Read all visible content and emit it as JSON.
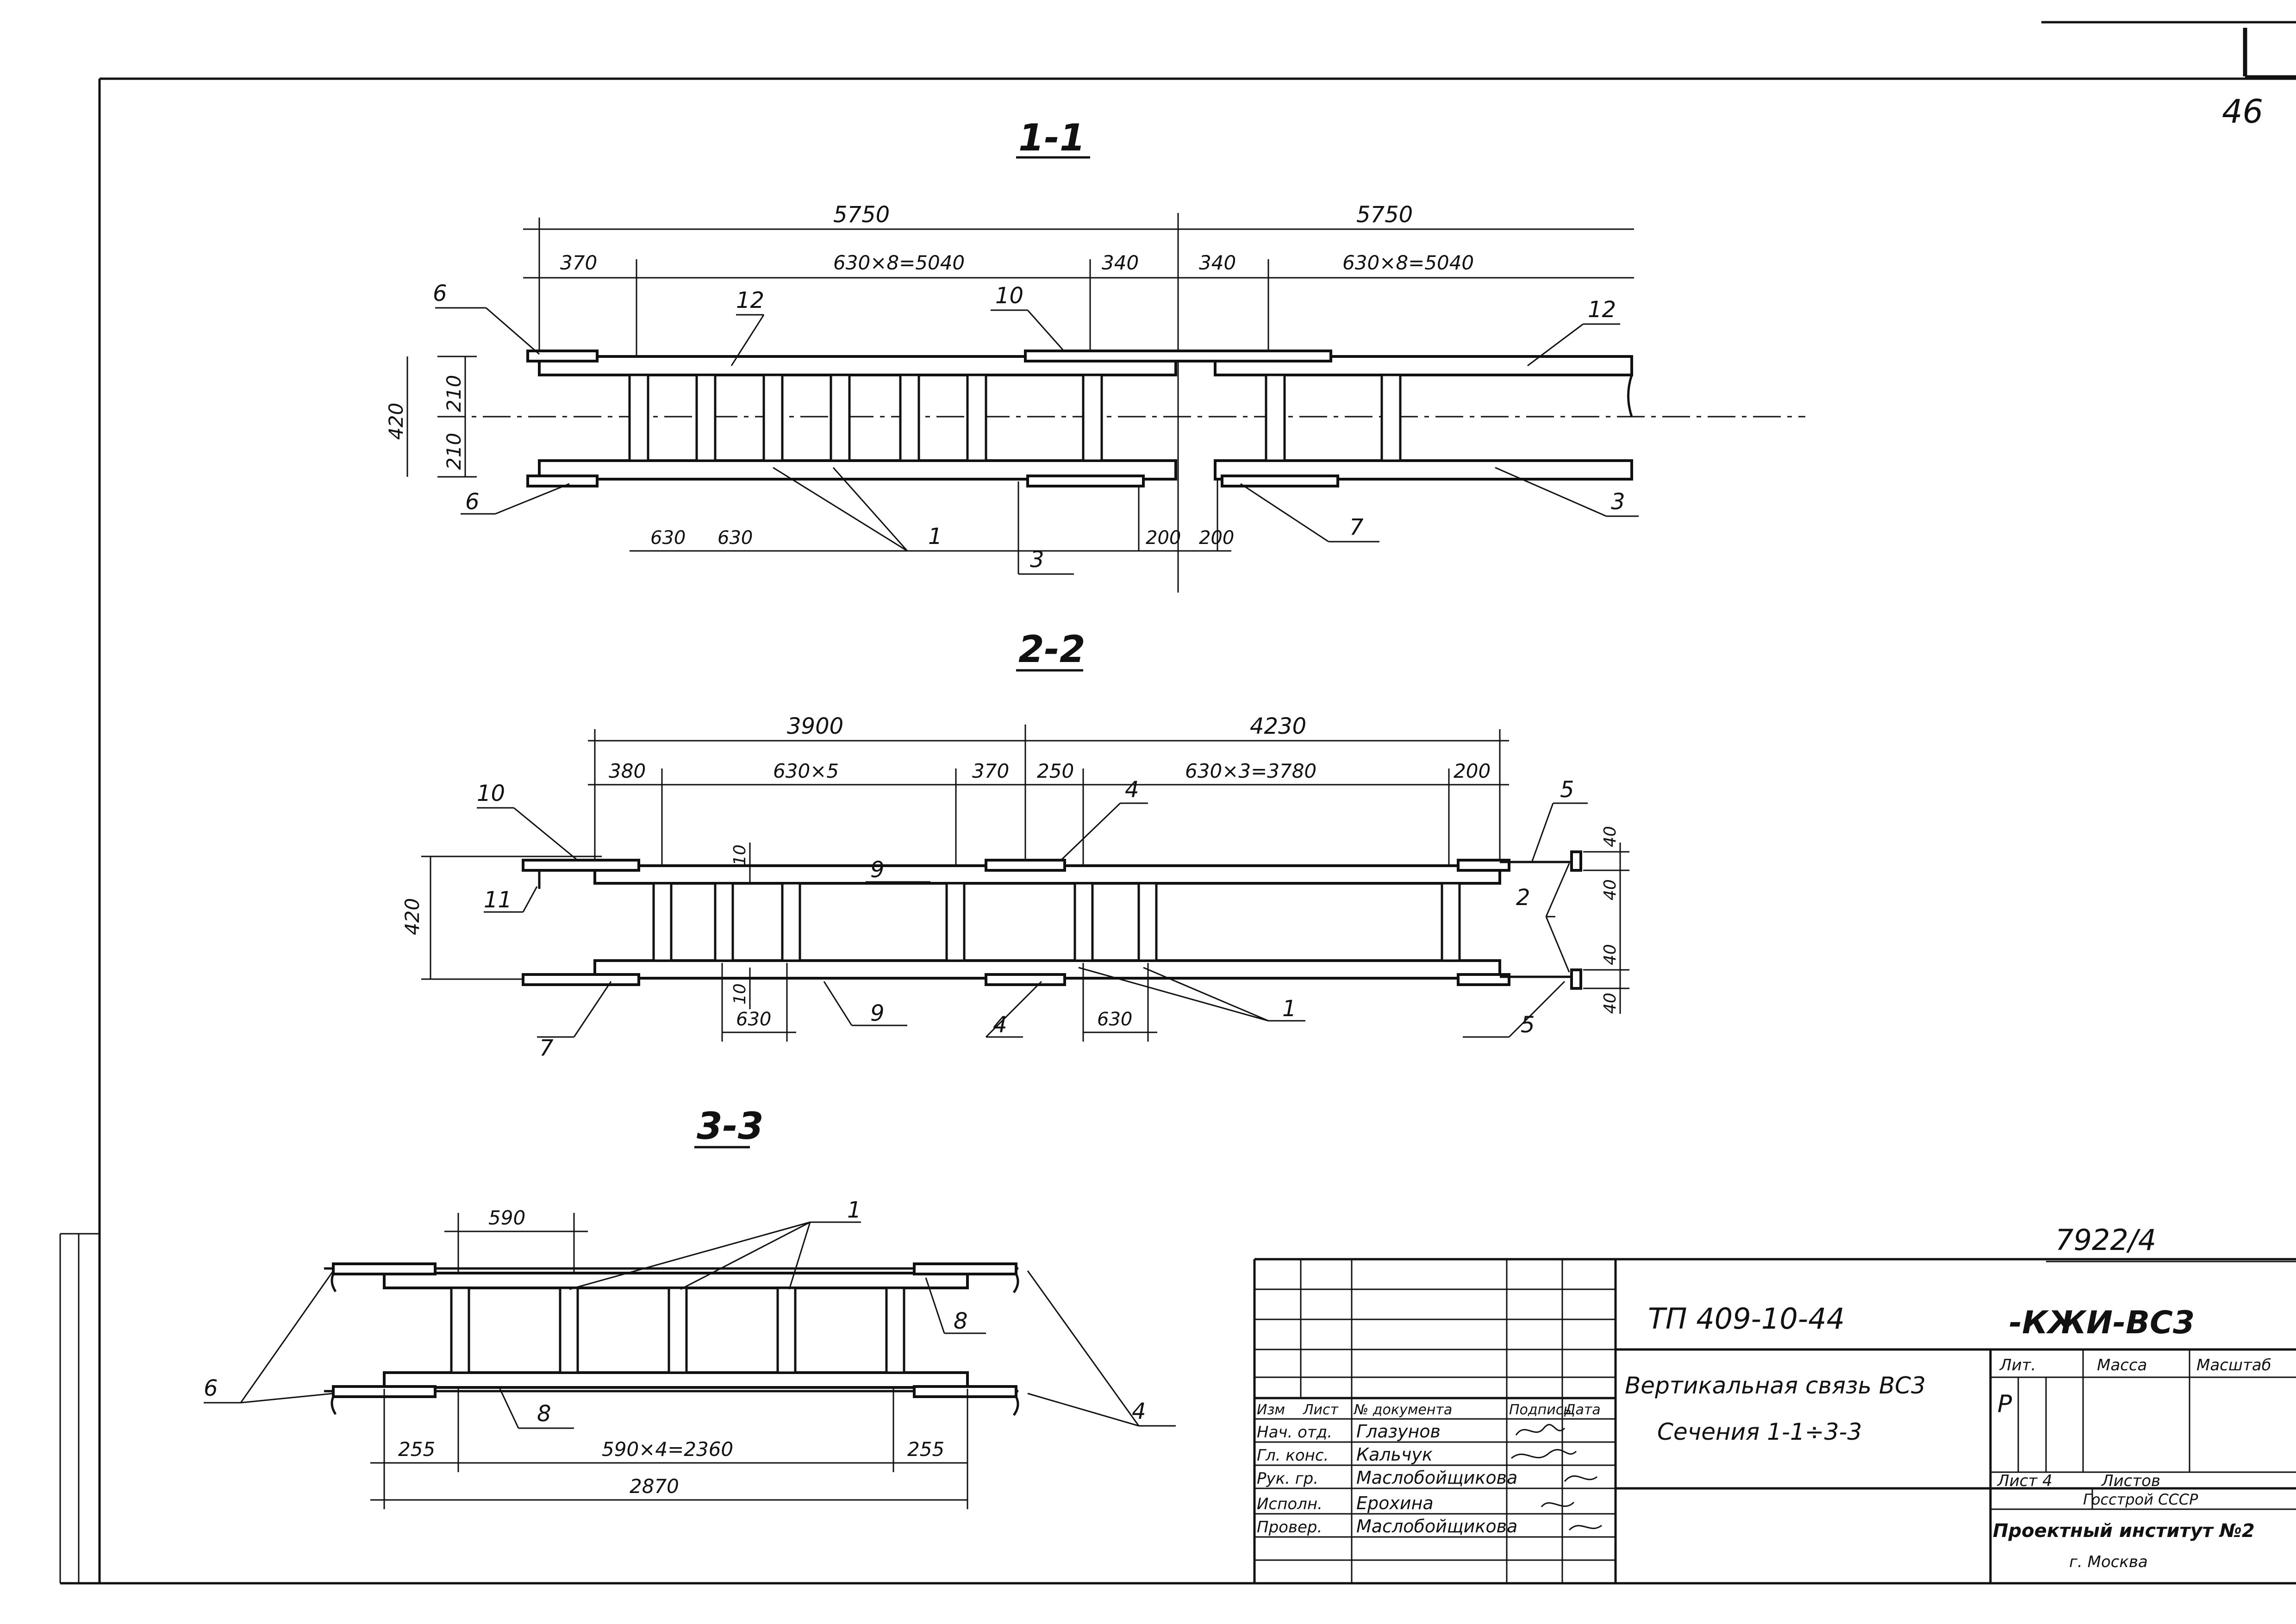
{
  "sheet": {
    "corner_mark": "46"
  },
  "section_1": {
    "title": "1-1",
    "dim_top": [
      "5750",
      "5750"
    ],
    "dim_row2": [
      "370",
      "630×8=5040",
      "340",
      "340",
      "630×8=5040"
    ],
    "dim_left": [
      "420",
      "210",
      "210"
    ],
    "dim_bottom": [
      "630",
      "630",
      "200",
      "200"
    ],
    "callouts": [
      "6",
      "12",
      "10",
      "12",
      "6",
      "1",
      "3",
      "7",
      "3"
    ]
  },
  "section_2": {
    "title": "2-2",
    "dim_top": [
      "3900",
      "4230"
    ],
    "dim_row2": [
      "380",
      "630×5",
      "370",
      "250",
      "630×3=3780",
      "200"
    ],
    "dim_left": [
      "420"
    ],
    "dim_small": [
      "10",
      "10",
      "40",
      "40",
      "40",
      "40"
    ],
    "dim_bottom": [
      "630",
      "630"
    ],
    "callouts": [
      "10",
      "11",
      "4",
      "5",
      "2",
      "7",
      "9",
      "9",
      "4",
      "1",
      "5"
    ]
  },
  "section_3": {
    "title": "3-3",
    "dim_top": [
      "590"
    ],
    "dim_bottom_row1": [
      "255",
      "590×4=2360",
      "255"
    ],
    "dim_bottom_row2": [
      "2870"
    ],
    "callouts": [
      "1",
      "8",
      "6",
      "8",
      "4"
    ]
  },
  "title_block": {
    "sheet_code": "7922/4",
    "project_code": "ТП 409-10-44",
    "doc_code": "-КЖИ-ВС3",
    "description_line1": "Вертикальная связь ВС3",
    "description_line2": "Сечения 1-1÷3-3",
    "header_cells": [
      "Изм",
      "Лист",
      "№ документа",
      "Подпись",
      "Дата"
    ],
    "rows": [
      {
        "role": "Нач. отд.",
        "name": "Глазунов"
      },
      {
        "role": "Гл. конс.",
        "name": "Кальчук"
      },
      {
        "role": "Рук. гр.",
        "name": "Маслобойщикова"
      },
      {
        "role": "Исполн.",
        "name": "Ерохина"
      },
      {
        "role": "Провер.",
        "name": "Маслобойщикова"
      }
    ],
    "stage_label": "Лит.",
    "mass_label": "Масса",
    "scale_label": "Масштаб",
    "stage_value": "Р",
    "sheet_label": "Лист 4",
    "sheets_label": "Листов",
    "org_line1": "Госстрой СССР",
    "org_line2": "Проектный институт №2",
    "org_line3": "г. Москва"
  }
}
